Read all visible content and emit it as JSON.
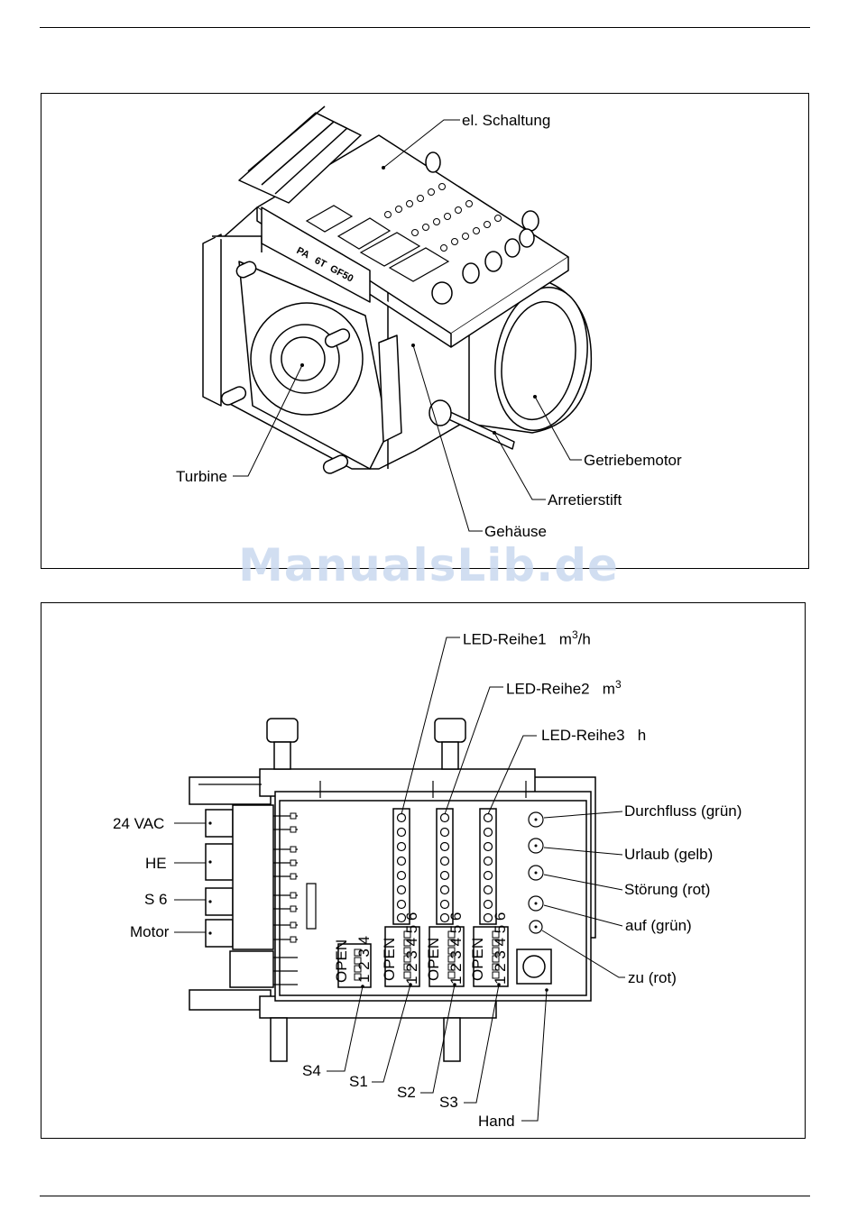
{
  "watermark": "ManualsLib.de",
  "figure_top": {
    "labels": {
      "circuit": "el. Schaltung",
      "turbine": "Turbine",
      "gearmotor": "Getriebemotor",
      "pin": "Arretierstift",
      "housing": "Gehäuse"
    },
    "plate_text": [
      "PA",
      "6T",
      "GF50"
    ]
  },
  "figure_bottom": {
    "led_rows": [
      {
        "label": "LED-Reihe1",
        "unit_prefix": "m",
        "unit_sup": "3",
        "unit_suffix": "/h"
      },
      {
        "label": "LED-Reihe2",
        "unit_prefix": "m",
        "unit_sup": "3",
        "unit_suffix": ""
      },
      {
        "label": "LED-Reihe3",
        "unit_prefix": "h",
        "unit_sup": "",
        "unit_suffix": ""
      }
    ],
    "status_leds": [
      {
        "name": "Durchfluss",
        "color": "(grün)"
      },
      {
        "name": "Urlaub",
        "color": "(gelb)"
      },
      {
        "name": "Störung",
        "color": "(rot)"
      },
      {
        "name": "auf",
        "color": "(grün)"
      },
      {
        "name": "zu",
        "color": "(rot)"
      }
    ],
    "connectors": [
      "24 VAC",
      "HE",
      "S 6",
      "Motor"
    ],
    "switches": [
      "S4",
      "S1",
      "S2",
      "S3"
    ],
    "hand": "Hand",
    "dip_open": "OPEN",
    "dip4_numbers": "1 2 3 4",
    "dip6_numbers": "1 2 3 4 5 6"
  }
}
